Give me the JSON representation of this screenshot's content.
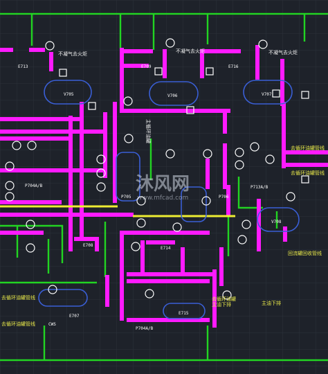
{
  "colors": {
    "background": "#1e222a",
    "grid": "#2c313b",
    "pipe_magenta": "#ff1aff",
    "pipe_green": "#22d422",
    "pipe_yellow": "#eded33",
    "vessel_outline": "#3a5fd6",
    "instrument_white": "#ffffff"
  },
  "labels": {
    "fire_top_left": "不凝气去火炬",
    "fire_top_mid": "不凝气去火炬",
    "fire_top_right": "不凝气去火炬",
    "right_pump_top": "去循环油罐管线",
    "right_pump_bottom": "去循环油罐管线",
    "bottom_right_out": "回流罐回收管线",
    "bottom_left_1": "去循环油罐管线",
    "bottom_left_2": "去循环油罐管线",
    "bottom_mid": "去循环油罐",
    "bottom_mid2": "主油下排",
    "bottom_right2": "主油下排",
    "v_mid": "主循环油罐"
  },
  "tags": {
    "e_top_left": "E713",
    "e_top_mid": "E709",
    "e_top_right": "E716",
    "v_left": "V705",
    "v_mid": "V706",
    "v_right": "V707",
    "p_left": "P704A/B",
    "p_mid": "P705",
    "p_mid2": "P706",
    "p_right": "P713A/B",
    "v_right_low": "V708",
    "e_mid_left": "E708",
    "e_mid": "E714",
    "e_bottom_left": "E707",
    "e_bottom_mid": "E715",
    "p_bottom_mid": "P704A/B",
    "cw_bottom": "CWS"
  },
  "watermark": {
    "title": "沐风网",
    "url": "www.mfcad.com"
  }
}
